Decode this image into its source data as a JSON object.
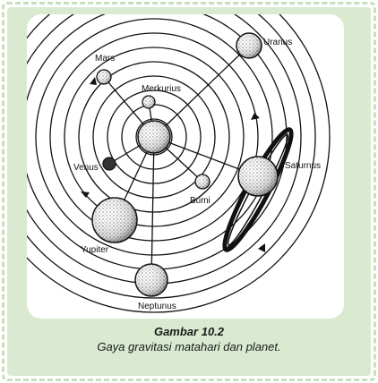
{
  "figure": {
    "planets": {
      "mars": "Mars",
      "merkurius": "Merkurius",
      "venus": "Venus",
      "bumi": "Bumi",
      "yupiter": "Yupiter",
      "neptunus": "Neptunus",
      "uranus": "Uranus",
      "saturnus": "Saturnus"
    }
  },
  "caption": {
    "title": "Gambar 10.2",
    "text": "Gaya gravitasi matahari dan planet."
  }
}
